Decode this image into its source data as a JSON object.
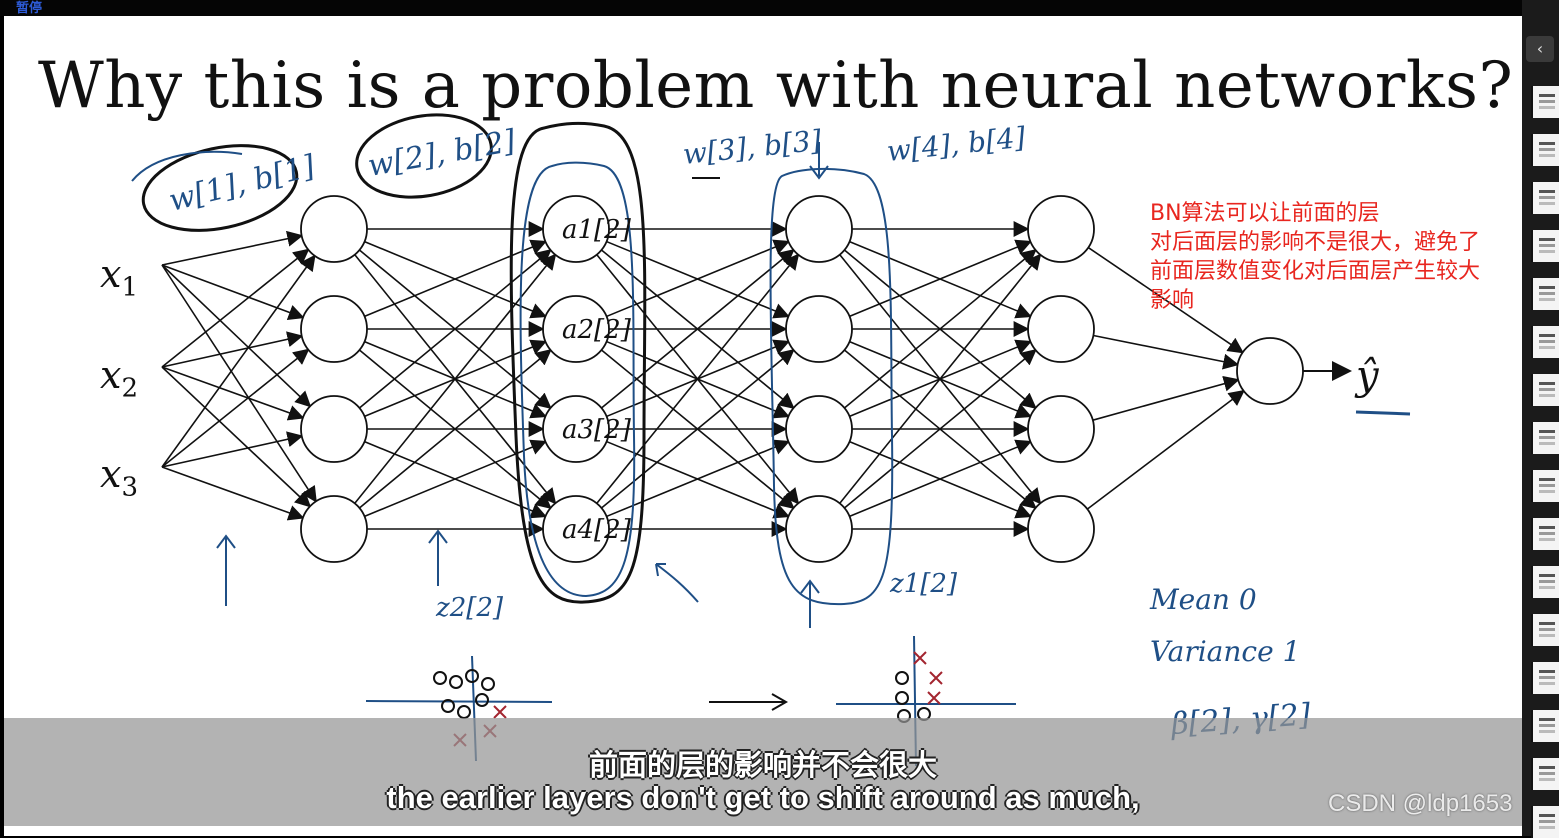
{
  "top_bar": {
    "pause_label": "暂停"
  },
  "slide": {
    "title": "Why this is a problem with neural networks?",
    "inputs": [
      {
        "var": "x",
        "index": "1"
      },
      {
        "var": "x",
        "index": "2"
      },
      {
        "var": "x",
        "index": "3"
      }
    ],
    "output_label": "ŷ",
    "annotation_lines": [
      "BN算法可以让前面的层",
      "对后面层的影响不是很大，避免了",
      "前面层数值变化对后面层产生较大",
      "影响"
    ],
    "handwriting": {
      "w1b1": "w[1], b[1]",
      "w2b2": "w[2], b[2]",
      "w3b3": "w[3], b[3]",
      "w4b4": "w[4], b[4]",
      "a_labels": [
        "a1[2]",
        "a2[2]",
        "a3[2]",
        "a4[2]"
      ],
      "z_left": "z2[2]",
      "z_right": "z1[2]",
      "mean": "Mean  0",
      "variance": "Variance  1",
      "beta_gamma": "β[2], γ[2]"
    },
    "colors": {
      "ink": "#1f4f86",
      "marks": "#a3252f",
      "annotation": "#e8261f"
    }
  },
  "subtitles": {
    "zh": "前面的层的影响并不会很大",
    "en": "the earlier layers don't get to shift around as much,"
  },
  "watermark": "CSDN @ldp1653",
  "right_panel": {
    "collapse_icon": "chevron-left-icon",
    "thumbnail_count": 16
  }
}
